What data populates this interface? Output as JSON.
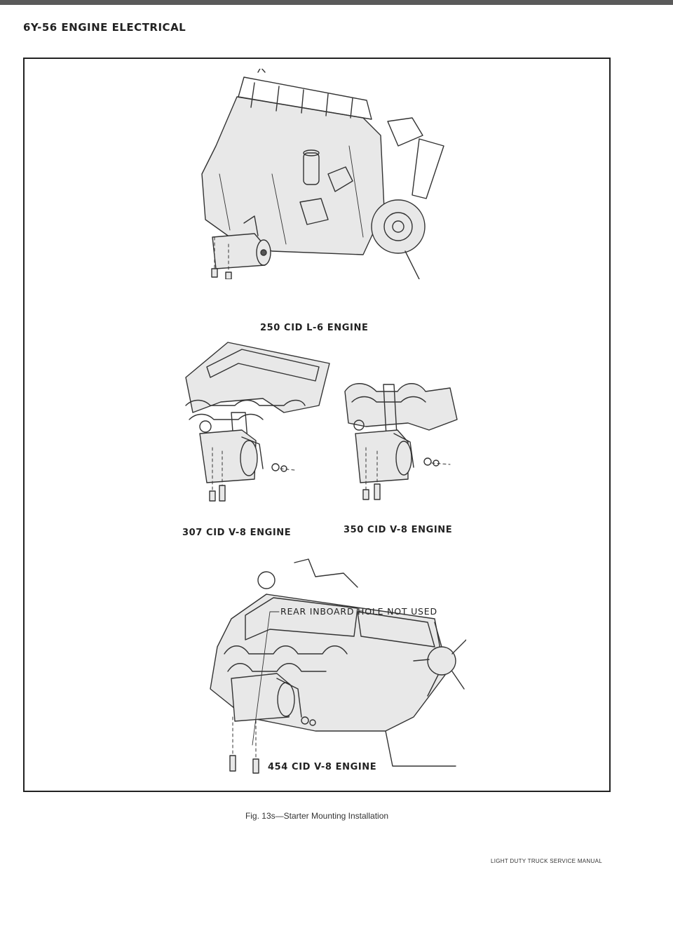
{
  "header": {
    "title": "6Y-56 ENGINE ELECTRICAL"
  },
  "figure": {
    "illustrations": [
      {
        "label": "250 CID L-6 ENGINE",
        "icon": "l6-engine-illustration"
      },
      {
        "label": "307 CID V-8 ENGINE",
        "icon": "v8-307-engine-illustration"
      },
      {
        "label": "350 CID V-8 ENGINE",
        "icon": "v8-350-engine-illustration"
      },
      {
        "label": "454 CID V-8 ENGINE",
        "icon": "v8-454-engine-illustration"
      }
    ],
    "callout": "REAR INBOARD HOLE NOT USED",
    "caption": "Fig. 13s—Starter Mounting Installation"
  },
  "footer": {
    "text": "LIGHT DUTY TRUCK SERVICE MANUAL"
  }
}
